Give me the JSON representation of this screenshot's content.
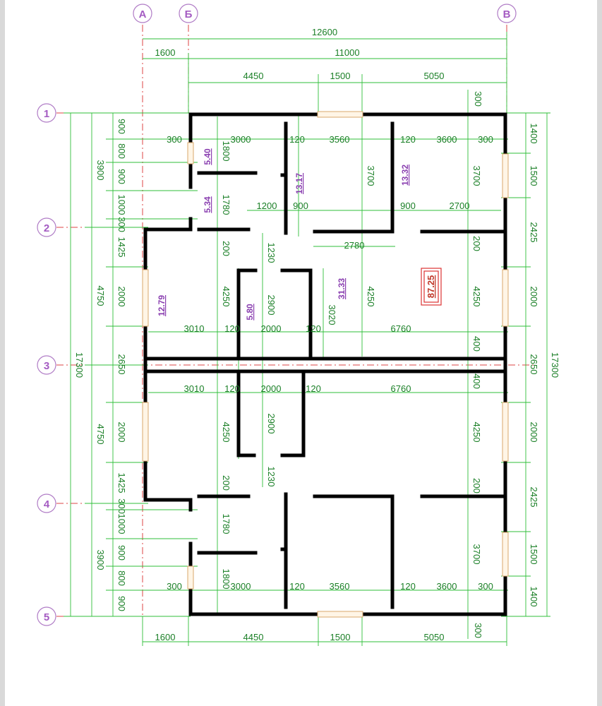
{
  "axes": {
    "letters": [
      "А",
      "Б",
      "В"
    ],
    "numbers": [
      "1",
      "2",
      "3",
      "4",
      "5"
    ]
  },
  "rooms": {
    "r540": "5.40",
    "r534": "5.34",
    "r1317": "13.17",
    "r1332": "13.32",
    "r1279": "12.79",
    "r580": "5.80",
    "r3133": "31.33"
  },
  "total_area": "87.25",
  "dims": {
    "top": {
      "overall": "12600",
      "a_b": "1600",
      "b_v": "11000",
      "s1": "4450",
      "s2": "1500",
      "s3": "5050",
      "corner": "300"
    },
    "bottom": {
      "a_b": "1600",
      "s1": "4450",
      "s2": "1500",
      "s3": "5050",
      "corner": "300"
    },
    "left_overall": "17300",
    "right_overall": "17300",
    "left_axes": [
      "3900",
      "4750",
      "4750",
      "3900"
    ],
    "left_detail_top": [
      "900",
      "800",
      "900",
      "1000",
      "300",
      "1425",
      "2000",
      "2650"
    ],
    "left_detail_bottom": [
      "2000",
      "1425",
      "300",
      "1000",
      "900",
      "800",
      "900"
    ],
    "right_detail": [
      "1400",
      "1500",
      "2425",
      "2000",
      "2650",
      "2000",
      "2425",
      "1500",
      "1400"
    ],
    "interior": {
      "d300a": "300",
      "d3000a": "3000",
      "d120a": "120",
      "d3560a": "3560",
      "d120b": "120",
      "d3600a": "3600",
      "d300b": "300",
      "d1800a": "1800",
      "d1780a": "1780",
      "d3700a": "3700",
      "d3700b": "3700",
      "d1200": "1200",
      "d900a": "900",
      "d900b": "900",
      "d2700": "2700",
      "d2780": "2780",
      "d200a": "200",
      "d1230a": "1230",
      "d200b": "200",
      "d4250a": "4250",
      "d2900a": "2900",
      "d3020": "3020",
      "d4250b": "4250",
      "d4250c": "4250",
      "d3010a": "3010",
      "d120c": "120",
      "d2000a": "2000",
      "d120d": "120",
      "d6760a": "6760",
      "d400a": "400",
      "d3010b": "3010",
      "d120e": "120",
      "d2000b": "2000",
      "d120f": "120",
      "d6760b": "6760",
      "d400b": "400",
      "d4250d": "4250",
      "d2900b": "2900",
      "d4250e": "4250",
      "d200c": "200",
      "d1230b": "1230",
      "d200d": "200",
      "d1780b": "1780",
      "d3700c": "3700",
      "d1800b": "1800",
      "d300c": "300",
      "d3000b": "3000",
      "d120g": "120",
      "d3560b": "3560",
      "d120h": "120",
      "d3600b": "3600",
      "d300d": "300"
    }
  }
}
